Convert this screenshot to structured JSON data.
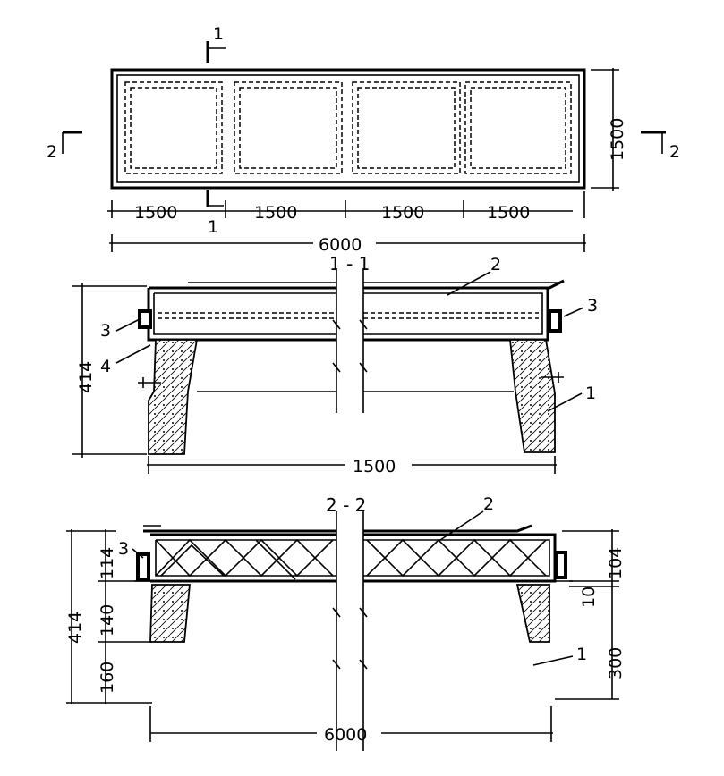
{
  "plan": {
    "section_marks": [
      "1",
      "1",
      "2",
      "2"
    ],
    "bay_dims": [
      "1500",
      "1500",
      "1500",
      "1500"
    ],
    "total_length": "6000",
    "width": "1500"
  },
  "section_1_1": {
    "title": "1 - 1",
    "callouts": [
      "1",
      "2",
      "3",
      "3",
      "4"
    ],
    "height": "414",
    "span": "1500"
  },
  "section_2_2": {
    "title": "2 - 2",
    "callouts": [
      "1",
      "2",
      "3"
    ],
    "left_dims": [
      "114",
      "140",
      "414",
      "160"
    ],
    "right_dims": [
      "104",
      "10",
      "300"
    ],
    "length": "6000"
  }
}
